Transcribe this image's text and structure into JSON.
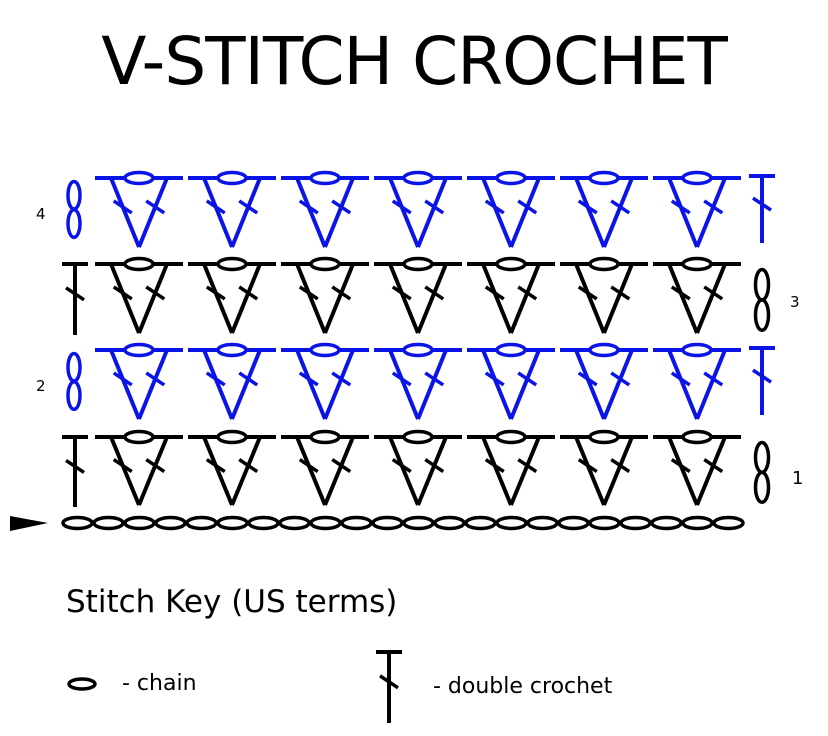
{
  "title": "V-STITCH CROCHET",
  "colors": {
    "even_rows": "#0a14e6",
    "odd_rows": "#000000"
  },
  "chart": {
    "foundation_chain_count": 22,
    "v_stitches_per_row": 7,
    "rows": [
      {
        "number": "1",
        "label_side": "right",
        "color": "#000000",
        "turning": "2 chain"
      },
      {
        "number": "2",
        "label_side": "left",
        "color": "#0a14e6",
        "turning": "2 chain"
      },
      {
        "number": "3",
        "label_side": "right",
        "color": "#000000",
        "turning": "2 chain"
      },
      {
        "number": "4",
        "label_side": "left",
        "color": "#0a14e6",
        "turning": "2 chain"
      }
    ],
    "start_marker": "start-arrow"
  },
  "key": {
    "title": "Stitch Key (US terms)",
    "items": [
      {
        "symbol": "chain-icon",
        "label": "- chain"
      },
      {
        "symbol": "double-crochet-icon",
        "label": "- double crochet"
      }
    ]
  }
}
